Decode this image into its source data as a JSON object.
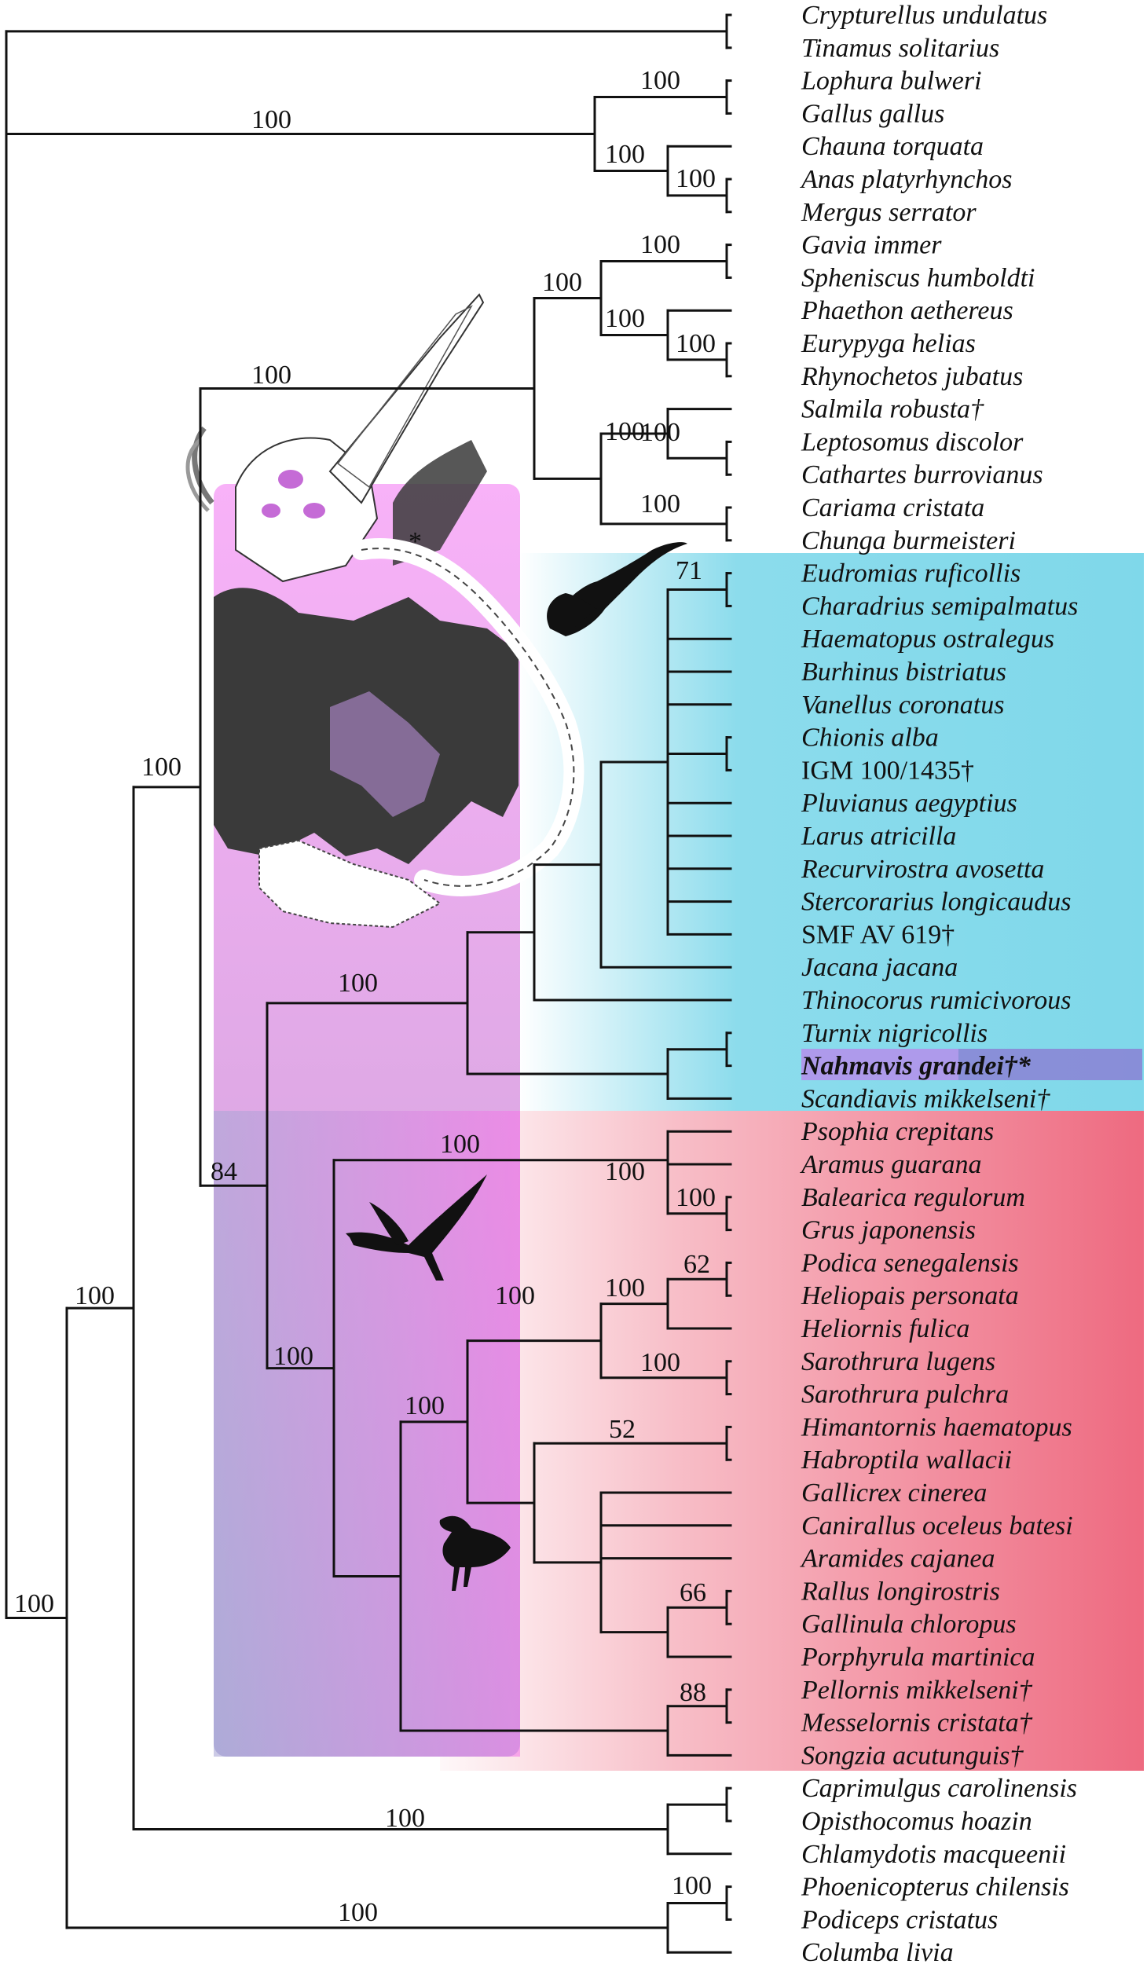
{
  "taxa": [
    "Crypturellus undulatus",
    "Tinamus solitarius",
    "Lophura bulweri",
    "Gallus gallus",
    "Chauna torquata",
    "Anas platyrhynchos",
    "Mergus serrator",
    "Gavia immer",
    "Spheniscus humboldti",
    "Phaethon aethereus",
    "Eurypyga helias",
    "Rhynochetos jubatus",
    "Salmila robusta†",
    "Leptosomus discolor",
    "Cathartes burrovianus",
    "Cariama cristata",
    "Chunga burmeisteri",
    "Eudromias ruficollis",
    "Charadrius semipalmatus",
    "Haematopus ostralegus",
    "Burhinus bistriatus",
    "Vanellus coronatus",
    "Chionis alba",
    "IGM 100/1435†",
    "Pluvianus aegyptius",
    "Larus atricilla",
    "Recurvirostra avosetta",
    "Stercorarius longicaudus",
    "SMF AV 619†",
    "Jacana jacana",
    "Thinocorus rumicivorous",
    "Turnix nigricollis",
    "Nahmavis grandei†*",
    "Scandiavis mikkelseni†",
    "Psophia crepitans",
    "Aramus guarana",
    "Balearica regulorum",
    "Grus japonensis",
    "Podica senegalensis",
    "Heliopais personata",
    "Heliornis fulica",
    "Sarothrura lugens",
    "Sarothrura pulchra",
    "Himantornis haematopus",
    "Habroptila wallacii",
    "Gallicrex cinerea",
    "Canirallus oceleus batesi",
    "Aramides cajanea",
    "Rallus longirostris",
    "Gallinula chloropus",
    "Porphyrula martinica",
    "Pellornis mikkelseni†",
    "Messelornis cristata†",
    "Songzia acutunguis†",
    "Caprimulgus carolinensis",
    "Opisthocomus hoazin",
    "Chlamydotis macqueenii",
    "Phoenicopterus chilensis",
    "Podiceps cristatus",
    "Columba livia"
  ],
  "supports": {
    "s0": "100",
    "s1": "100",
    "s2": "100",
    "s3": "100",
    "s4": "100",
    "s5": "100",
    "s6": "100",
    "s7": "100",
    "s8": "100",
    "s9": "100",
    "s10": "100",
    "s11": "100",
    "s12": "71",
    "s13": "100",
    "s14": "84",
    "s15": "100",
    "s16": "100",
    "s17": "100",
    "s18": "100",
    "s19": "62",
    "s20": "100",
    "s21": "100",
    "s22": "100",
    "s23": "52",
    "s24": "100",
    "s25": "66",
    "s26": "88",
    "s27": "100",
    "s28": "100",
    "s29": "100",
    "s30": "100",
    "s31": "100"
  },
  "colors": {
    "charadriiformes_band": "#7fd8ea",
    "gruiformes_band": "#ee6a80",
    "fossil_panel_top": "#f5a8f5",
    "fossil_panel_bottom": "#aaa8d6",
    "highlight_box": "#8a86d6",
    "branch": "#111111"
  },
  "icons": [
    "gull-silhouette-icon",
    "crane-silhouette-icon",
    "rail-silhouette-icon",
    "fossil-skeleton-illustration"
  ]
}
